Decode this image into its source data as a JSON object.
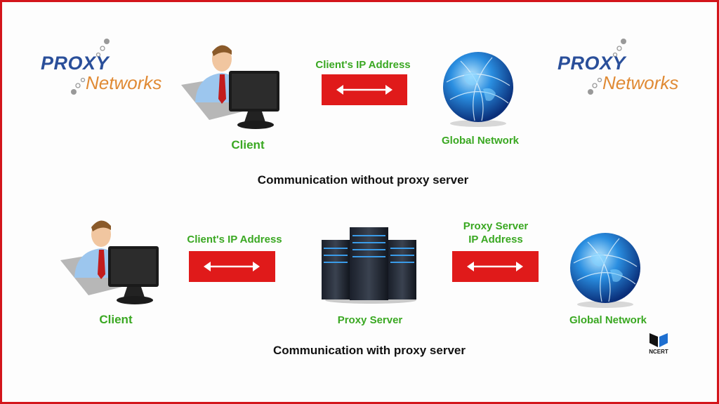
{
  "logo": {
    "line1": "PROXY",
    "line2": "Networks"
  },
  "top": {
    "client_label": "Client",
    "arrow_label": "Client's IP Address",
    "network_label": "Global Network",
    "caption": "Communication without proxy server"
  },
  "bottom": {
    "client_label": "Client",
    "arrow1_label": "Client's IP Address",
    "server_label": "Proxy Server",
    "arrow2_label_line1": "Proxy Server",
    "arrow2_label_line2": "IP Address",
    "network_label": "Global Network",
    "caption": "Communication with proxy server"
  },
  "watermark": {
    "text": "NCERT"
  },
  "colors": {
    "label_green": "#3aa822",
    "arrow_red": "#e01a1a",
    "frame_red": "#d3151b",
    "proxy_blue": "#2a4f9a",
    "networks_orange": "#e08a34"
  }
}
